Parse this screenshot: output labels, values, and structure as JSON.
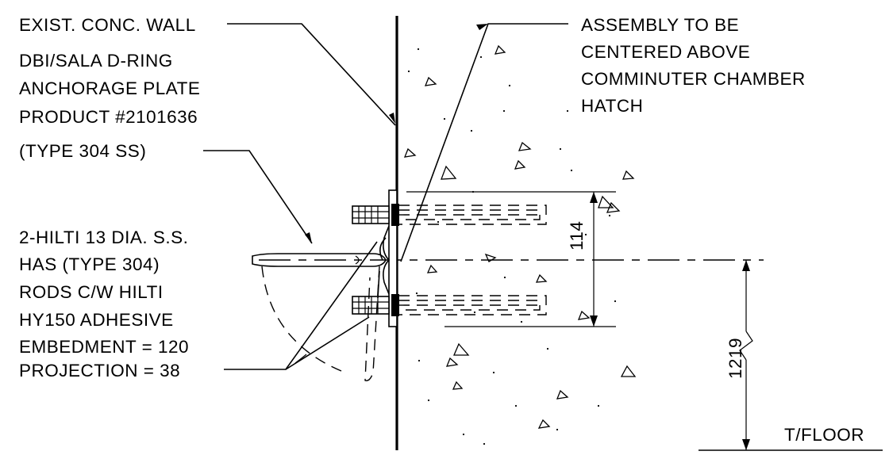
{
  "drawing": {
    "labels": {
      "wall": "EXIST. CONC. WALL",
      "plate": [
        "DBI/SALA D-RING",
        "ANCHORAGE PLATE",
        "PRODUCT #2101636",
        "(TYPE 304 SS)"
      ],
      "assembly": [
        "ASSEMBLY TO BE",
        "CENTERED ABOVE",
        "COMMINUTER CHAMBER",
        "HATCH"
      ],
      "rods": [
        "2-HILTI 13 DIA. S.S.",
        "HAS (TYPE 304)",
        "RODS C/W HILTI",
        "HY150 ADHESIVE",
        "EMBEDMENT = 120",
        "PROJECTION = 38"
      ],
      "floor": "T/FLOOR"
    },
    "dimensions": {
      "rod_spacing": "114",
      "height_above_floor": "1219"
    }
  }
}
